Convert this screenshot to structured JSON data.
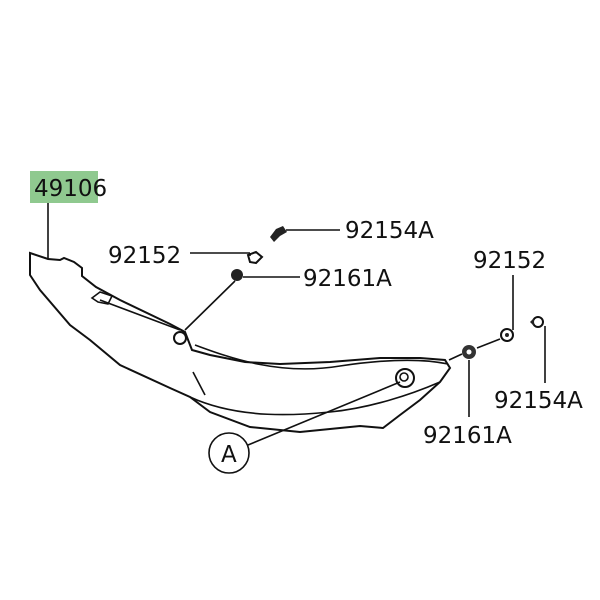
{
  "highlight_color": "#8fc98f",
  "parts": {
    "main_part": "49106",
    "washer_left": "92152",
    "screw_left": "92154A",
    "nut_left": "92161A",
    "washer_right": "92152",
    "screw_right": "92154A",
    "nut_right": "92161A"
  },
  "callout": "A"
}
